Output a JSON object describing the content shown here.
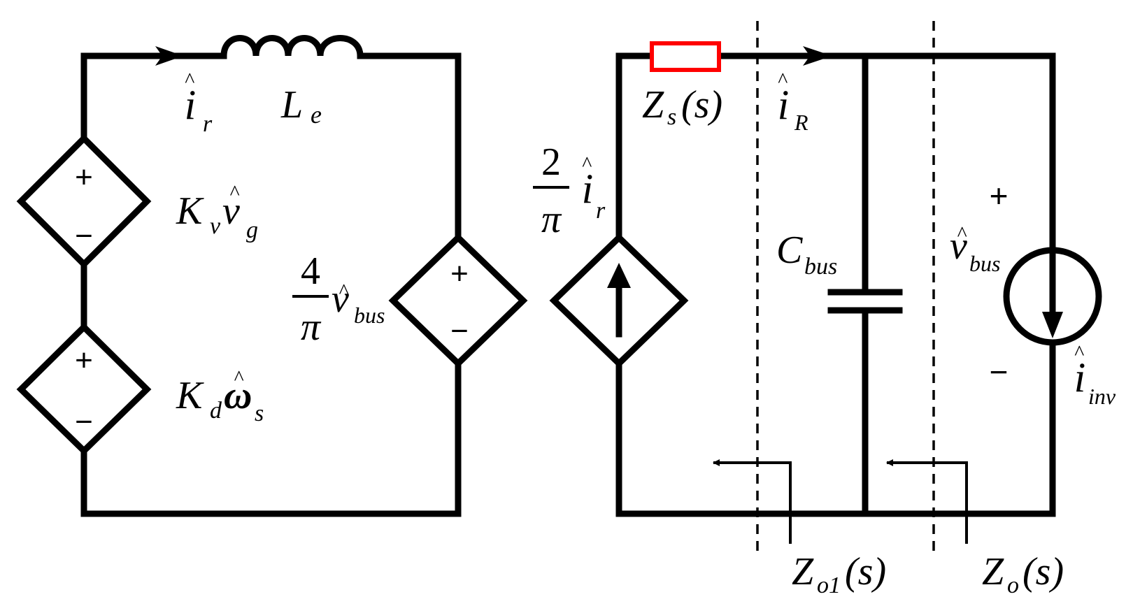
{
  "left_circuit": {
    "current_ir": {
      "base": "i",
      "sub": "r"
    },
    "inductor": {
      "base": "L",
      "sub": "e"
    },
    "source_kv": {
      "base": "K",
      "sub": "v",
      "var": "v",
      "var_sub": "g",
      "plus": "+",
      "minus": "−"
    },
    "source_kd": {
      "base": "K",
      "sub": "d",
      "var": "ω",
      "var_sub": "s",
      "plus": "+",
      "minus": "−"
    },
    "source_vbus": {
      "num": "4",
      "den": "π",
      "var": "v",
      "var_sub": "bus",
      "plus": "+",
      "minus": "−"
    }
  },
  "right_circuit": {
    "zs": {
      "base": "Z",
      "sub": "s",
      "arg": "(s)"
    },
    "current_iR": {
      "base": "i",
      "sub": "R"
    },
    "current_source": {
      "num": "2",
      "den": "π",
      "var": "i",
      "var_sub": "r"
    },
    "capacitor": {
      "base": "C",
      "sub": "bus"
    },
    "vbus": {
      "base": "v",
      "sub": "bus",
      "plus": "+",
      "minus": "−"
    },
    "iinv": {
      "base": "i",
      "sub": "inv"
    },
    "zo1": {
      "base": "Z",
      "sub": "o1",
      "arg": "(s)"
    },
    "zo": {
      "base": "Z",
      "sub": "o",
      "arg": "(s)"
    }
  },
  "colors": {
    "highlight": "#ff0000",
    "ink": "#000000"
  }
}
